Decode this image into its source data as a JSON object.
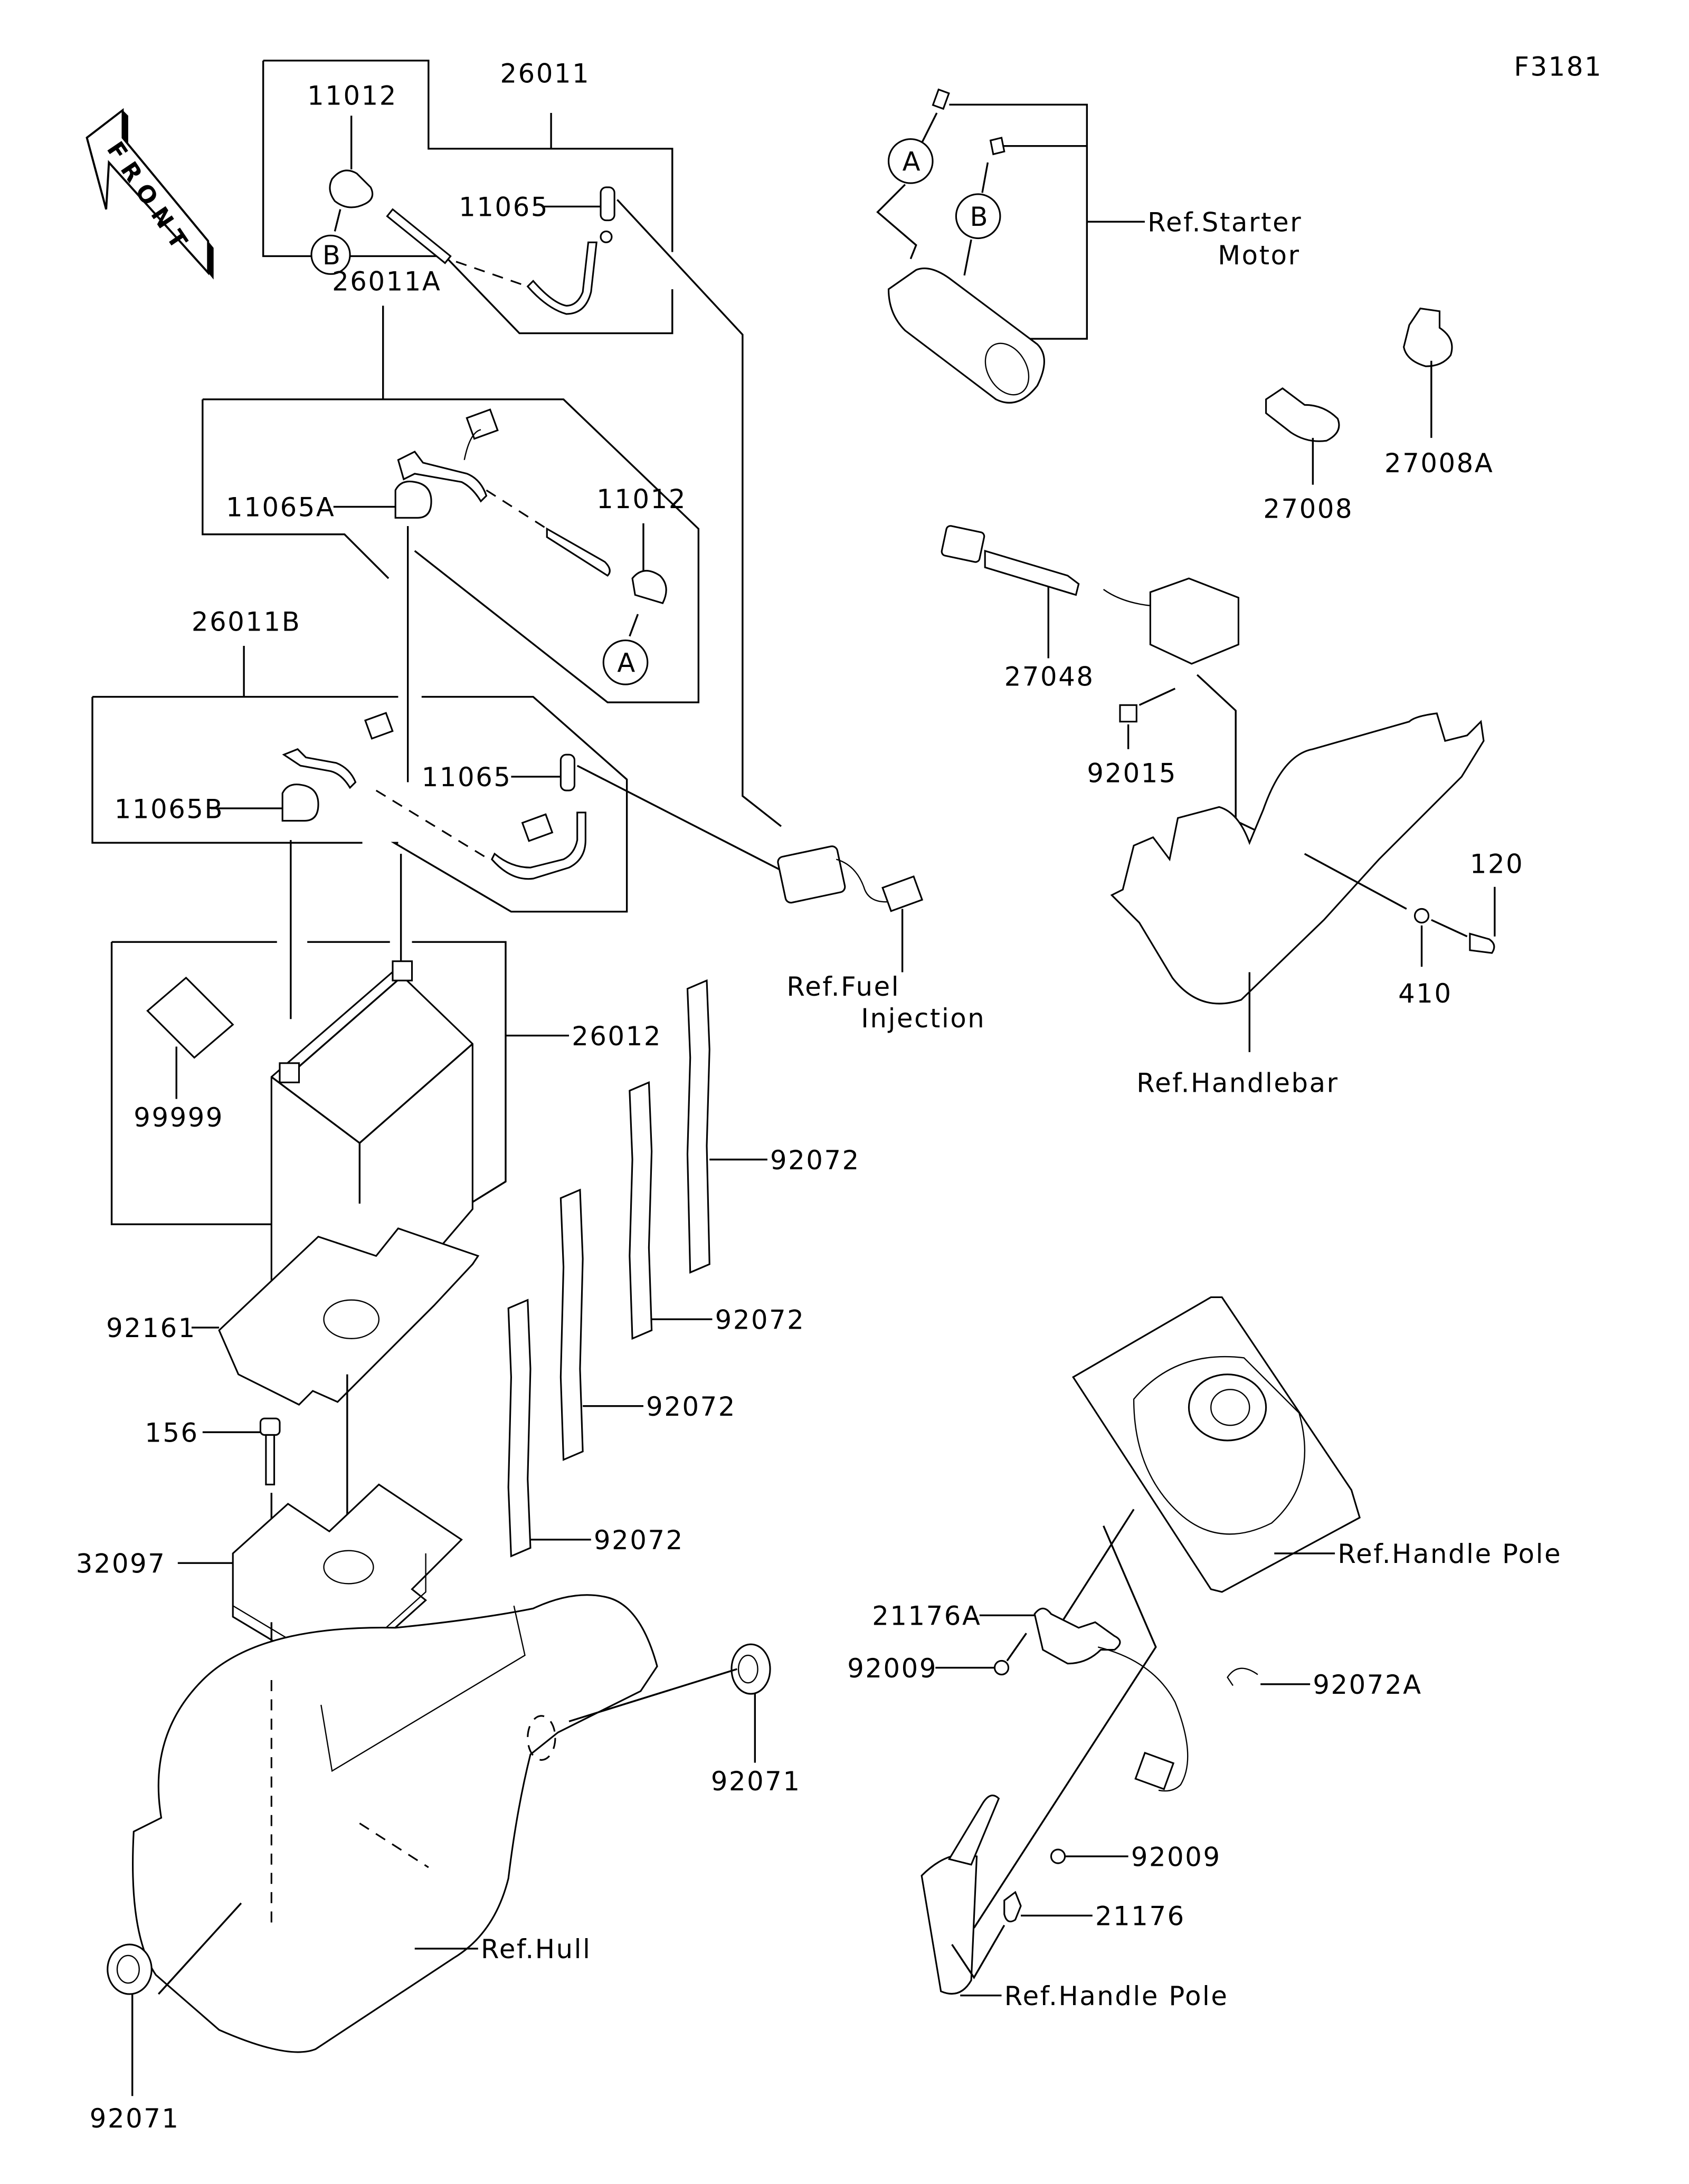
{
  "diagram": {
    "figure_id": "F3181",
    "front_arrow_label": "FRONT",
    "callouts": {
      "p26011": "26011",
      "p11012_top": "11012",
      "p11065_top": "11065",
      "ref_b_top": "B",
      "p26011A": "26011A",
      "p11065A": "11065A",
      "p11012_mid": "11012",
      "ref_a_mid": "A",
      "p26011B": "26011B",
      "p11065B": "11065B",
      "p11065_mid": "11065",
      "p26012": "26012",
      "p99999": "99999",
      "p92072_a": "92072",
      "p92072_b": "92072",
      "p92072_c": "92072",
      "p92072_d": "92072",
      "p92161": "92161",
      "p156": "156",
      "p32097": "32097",
      "p92071_right": "92071",
      "p92071_left": "92071",
      "ref_hull": "Ref.Hull",
      "ref_a_top": "A",
      "ref_b_starter": "B",
      "ref_starter_line1": "Ref.Starter",
      "ref_starter_line2": "Motor",
      "p27008": "27008",
      "p27008A": "27008A",
      "p27048": "27048",
      "p92015": "92015",
      "p120": "120",
      "p410": "410",
      "ref_handlebar": "Ref.Handlebar",
      "ref_fuel_line1": "Ref.Fuel",
      "ref_fuel_line2": "Injection",
      "ref_handle_pole_top": "Ref.Handle Pole",
      "p21176A": "21176A",
      "p92009_left": "92009",
      "p92072A": "92072A",
      "p92009_right": "92009",
      "p21176": "21176",
      "ref_handle_pole_bottom": "Ref.Handle Pole"
    }
  }
}
